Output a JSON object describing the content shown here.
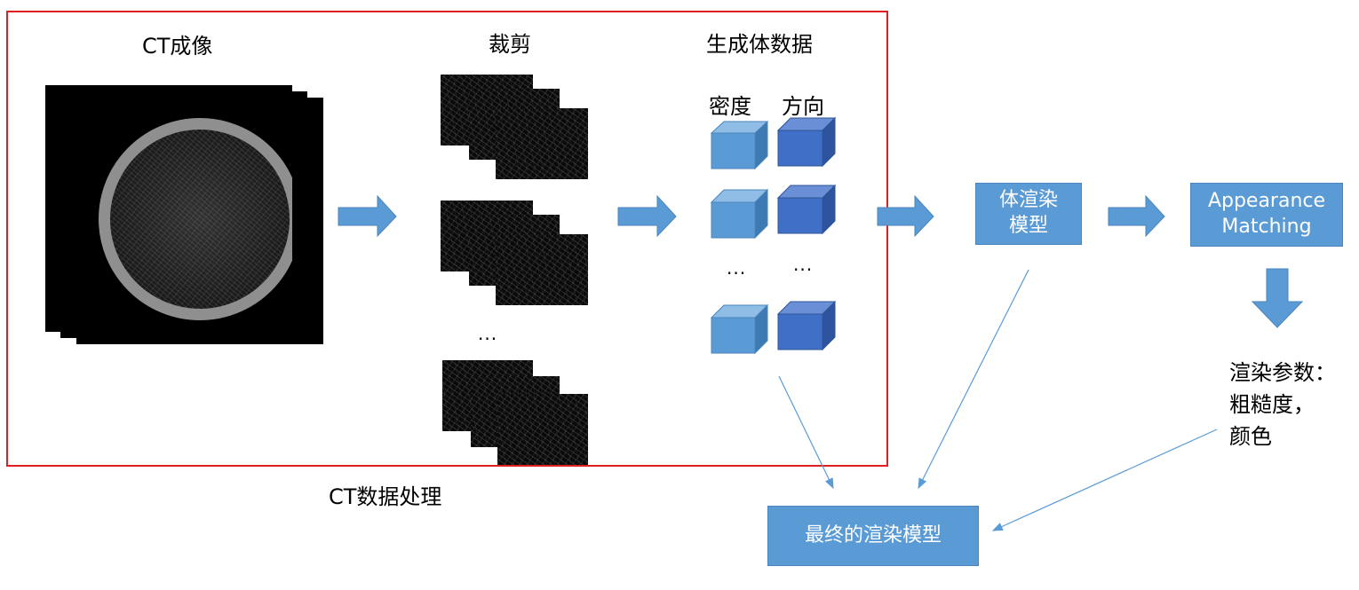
{
  "ct_section": {
    "imaging_label": "CT成像",
    "processing_label": "CT数据处理",
    "frame_color": "#e02020"
  },
  "crop": {
    "label": "裁剪",
    "ellipsis": "..."
  },
  "volume_data": {
    "label": "生成体数据",
    "density_label": "密度",
    "direction_label": "方向",
    "ellipsis_left": "...",
    "ellipsis_right": "...",
    "density_color": "#5b9bd5",
    "direction_color": "#3f6fc6"
  },
  "volume_render_model": {
    "line1": "体渲染",
    "line2": "模型"
  },
  "appearance_matching": {
    "line1": "Appearance",
    "line2": "Matching"
  },
  "render_params": {
    "line1": "渲染参数：",
    "line2": "粗糙度，",
    "line3": "颜色"
  },
  "final_model": {
    "label": "最终的渲染模型"
  },
  "colors": {
    "box_fill": "#5b9bd5",
    "arrow_fill": "#5b9bd5",
    "thin_arrow": "#5b9bd5"
  }
}
